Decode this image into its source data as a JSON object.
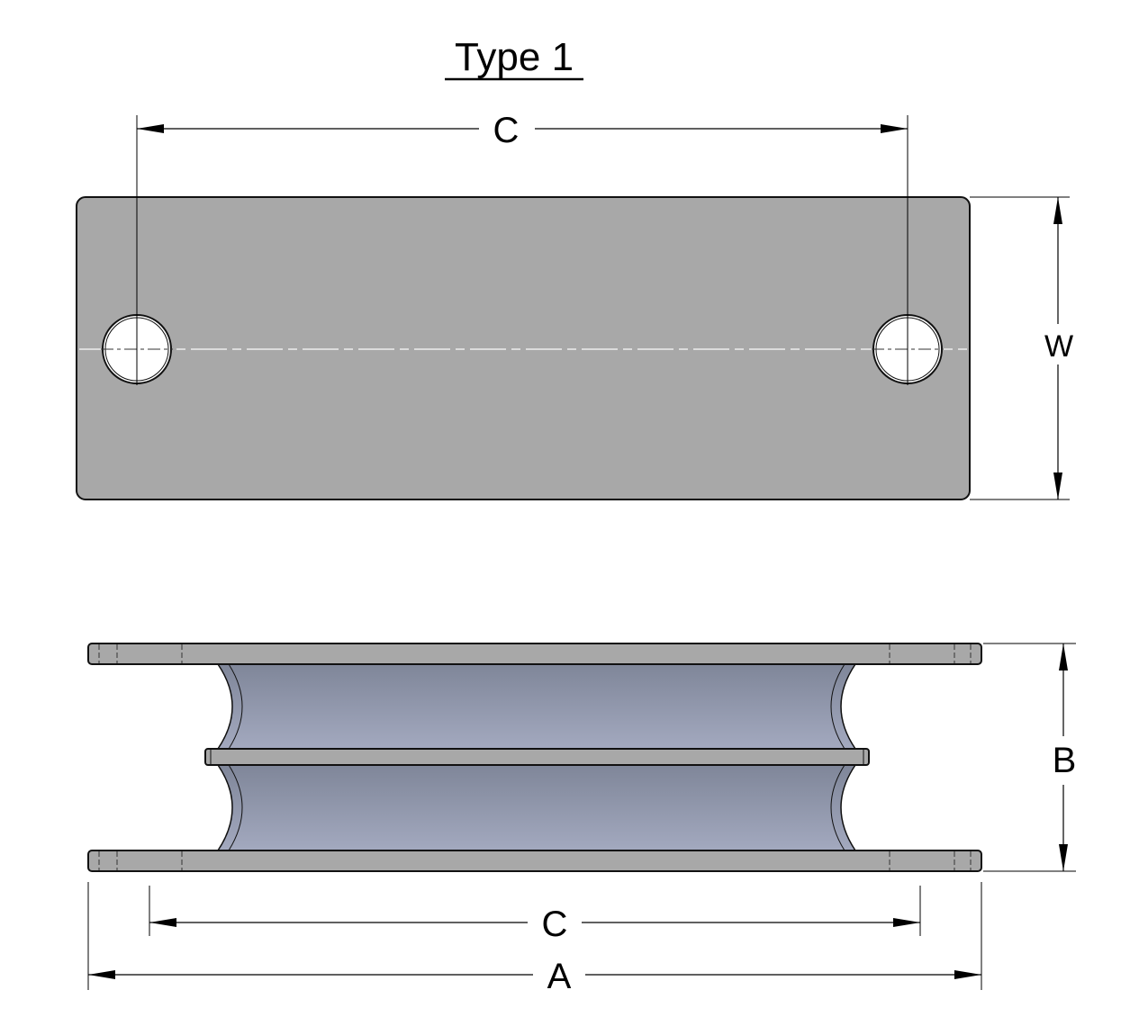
{
  "title": "Type 1",
  "dimensions": {
    "top_c": "C",
    "width": "W",
    "height": "B",
    "bottom_c": "C",
    "length": "A"
  },
  "colors": {
    "plate": "#a8a8a8",
    "rubber_top": "#7f8699",
    "rubber_bottom": "#a3a9bf"
  }
}
